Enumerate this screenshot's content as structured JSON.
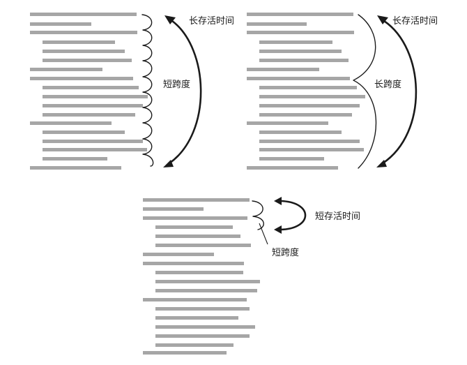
{
  "panels": [
    {
      "id": "short-span-long-lifetime",
      "span_label": "短跨度",
      "lifetime_label": "长存活时间"
    },
    {
      "id": "long-span-long-lifetime",
      "span_label": "长跨度",
      "lifetime_label": "长存活时间"
    },
    {
      "id": "short-span-short-lifetime",
      "span_label": "短跨度",
      "lifetime_label": "短存活时间"
    }
  ]
}
